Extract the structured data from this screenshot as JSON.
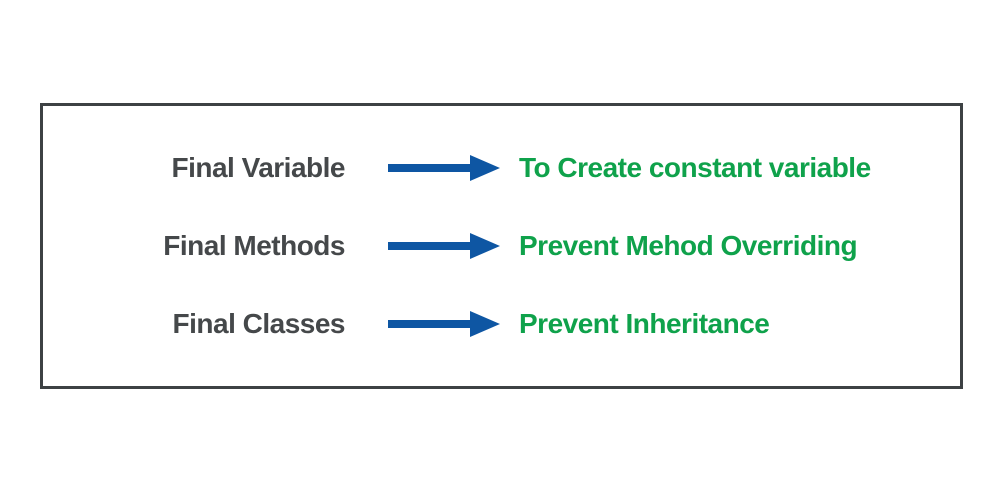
{
  "colors": {
    "background": "#ffffff",
    "box_border": "#3d4144",
    "keyword_text": "#45484a",
    "arrow": "#0e56a3",
    "purpose_text": "#0fa24b"
  },
  "rows": [
    {
      "label": "Final Variable",
      "description": "To Create constant variable"
    },
    {
      "label": "Final Methods",
      "description": "Prevent Mehod Overriding"
    },
    {
      "label": "Final Classes",
      "description": "Prevent Inheritance"
    }
  ]
}
